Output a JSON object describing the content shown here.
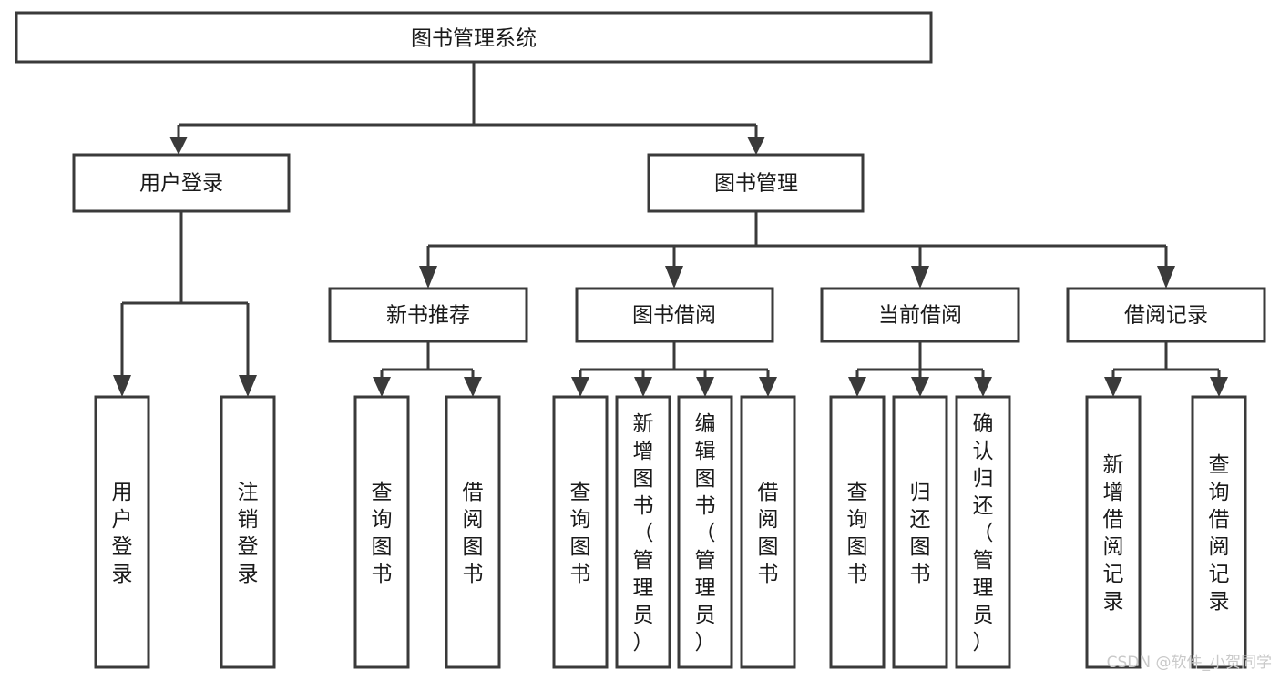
{
  "diagram": {
    "title": "图书管理系统",
    "type": "tree-hierarchy",
    "root": {
      "id": "root",
      "label": "图书管理系统"
    },
    "level2": [
      {
        "id": "user-login",
        "label": "用户登录"
      },
      {
        "id": "book-manage",
        "label": "图书管理"
      }
    ],
    "level3": [
      {
        "id": "new-book-rec",
        "label": "新书推荐",
        "parent": "book-manage"
      },
      {
        "id": "book-borrow",
        "label": "图书借阅",
        "parent": "book-manage"
      },
      {
        "id": "current-borrow",
        "label": "当前借阅",
        "parent": "book-manage"
      },
      {
        "id": "borrow-record",
        "label": "借阅记录",
        "parent": "book-manage"
      }
    ],
    "leaves": [
      {
        "id": "leaf-user-login",
        "label": "用户登录",
        "parent": "user-login"
      },
      {
        "id": "leaf-logout",
        "label": "注销登录",
        "parent": "user-login"
      },
      {
        "id": "leaf-query-book-1",
        "label": "查询图书",
        "parent": "new-book-rec"
      },
      {
        "id": "leaf-borrow-book-1",
        "label": "借阅图书",
        "parent": "new-book-rec"
      },
      {
        "id": "leaf-query-book-2",
        "label": "查询图书",
        "parent": "book-borrow"
      },
      {
        "id": "leaf-add-book",
        "label": "新增图书（管理员）",
        "parent": "book-borrow"
      },
      {
        "id": "leaf-edit-book",
        "label": "编辑图书（管理员）",
        "parent": "book-borrow"
      },
      {
        "id": "leaf-borrow-book-2",
        "label": "借阅图书",
        "parent": "book-borrow"
      },
      {
        "id": "leaf-query-book-3",
        "label": "查询图书",
        "parent": "current-borrow"
      },
      {
        "id": "leaf-return-book",
        "label": "归还图书",
        "parent": "current-borrow"
      },
      {
        "id": "leaf-confirm-return",
        "label": "确认归还（管理员）",
        "parent": "current-borrow"
      },
      {
        "id": "leaf-add-record",
        "label": "新增借阅记录",
        "parent": "borrow-record"
      },
      {
        "id": "leaf-query-record",
        "label": "查询借阅记录",
        "parent": "borrow-record"
      }
    ]
  },
  "watermark": {
    "text": "CSDN @软件_小贺同学"
  },
  "colors": {
    "stroke": "#3a3a3a",
    "box_fill": "#ffffff",
    "text": "#1a1a1a",
    "background": "#ffffff",
    "watermark": "#c9c9c9"
  }
}
